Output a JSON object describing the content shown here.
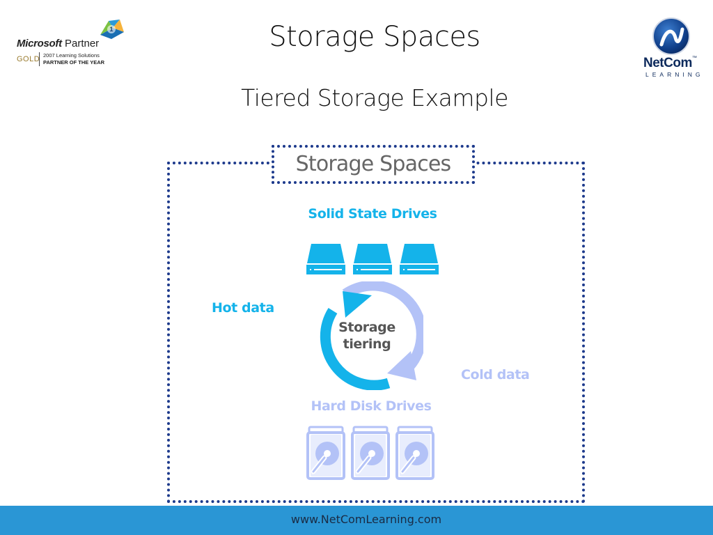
{
  "header": {
    "title": "Storage Spaces",
    "subtitle": "Tiered Storage Example"
  },
  "partner_logo": {
    "brand": "Microsoft",
    "partner": "Partner",
    "tier": "GOLD",
    "award_line1": "2007 Learning Solutions",
    "award_line2": "PARTNER OF THE YEAR"
  },
  "company_logo": {
    "name": "NetCom",
    "trademark": "™",
    "tagline": "LEARNING"
  },
  "diagram": {
    "container_label": "Storage Spaces",
    "ssd_heading": "Solid State Drives",
    "hdd_heading": "Hard Disk Drives",
    "hot_label": "Hot data",
    "cold_label": "Cold data",
    "cycle_label_line1": "Storage",
    "cycle_label_line2": "tiering",
    "ssd_count": 3,
    "hdd_count": 3,
    "icons": [
      "ssd-drive-icon",
      "hard-disk-icon",
      "cycle-arrow-icon"
    ],
    "colors": {
      "ssd": "#14b3ea",
      "hdd": "#b3c2f7",
      "border": "#1d3a8c",
      "label": "#666666"
    }
  },
  "footer": {
    "url": "www.NetComLearning.com",
    "background": "#2a96d5"
  }
}
